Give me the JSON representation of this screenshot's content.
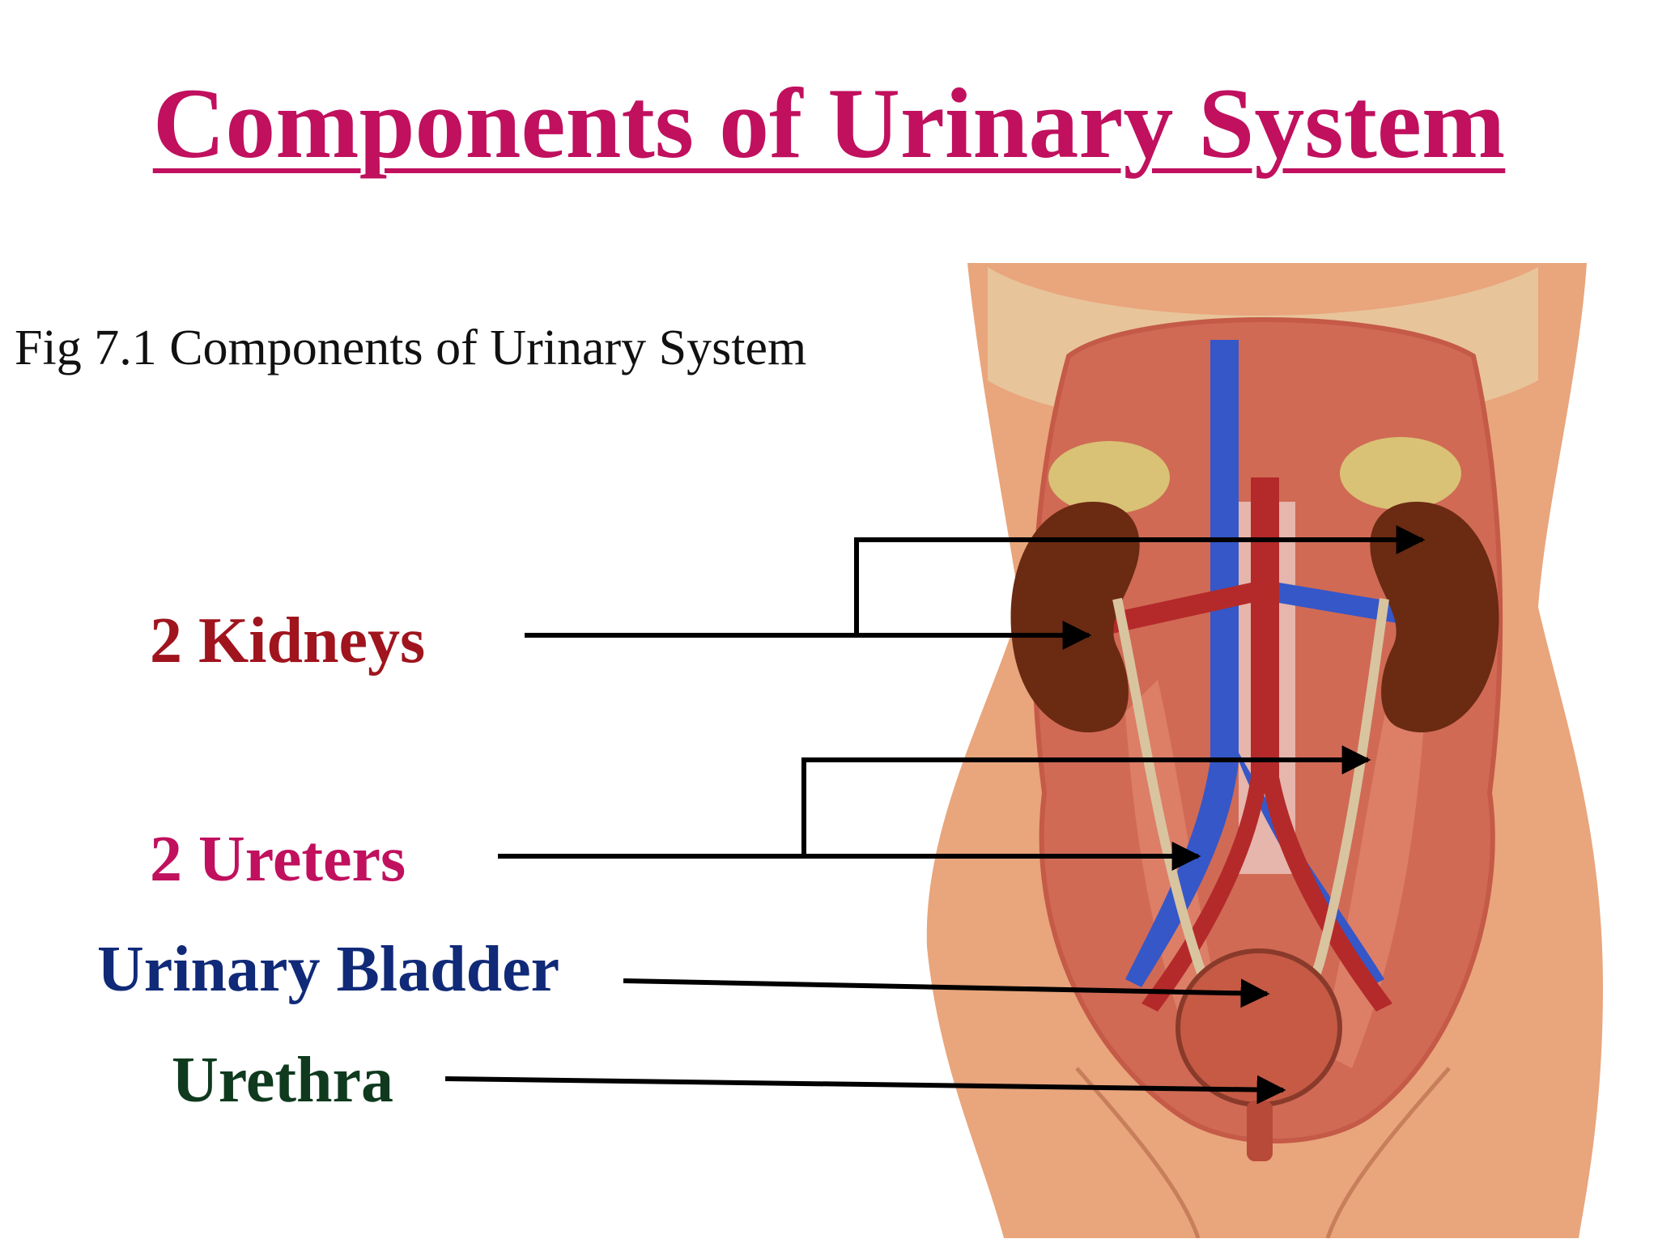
{
  "slide": {
    "title": "Components of Urinary System",
    "caption": "Fig 7.1 Components of Urinary System"
  },
  "labels": [
    {
      "id": "kidneys",
      "text": "2 Kidneys",
      "color": "#a0141e"
    },
    {
      "id": "ureters",
      "text": "2 Ureters",
      "color": "#c0105e"
    },
    {
      "id": "bladder",
      "text": "Urinary Bladder",
      "color": "#102a78"
    },
    {
      "id": "urethra",
      "text": "Urethra",
      "color": "#0f3a1e"
    }
  ],
  "colors": {
    "title": "#c0105e",
    "skin": "#e9a57c",
    "muscle": "#d06a55",
    "vein": "#3557c8",
    "artery": "#b42a2a",
    "kidney": "#6b2a12",
    "adrenal": "#d9c275",
    "ureter": "#d9c4a0",
    "arrow": "#000000"
  }
}
